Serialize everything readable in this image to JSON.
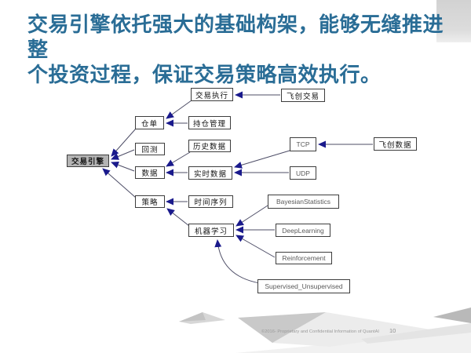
{
  "slide": {
    "title_line1": "交易引擎依托强大的基础构架，能够无缝推进整",
    "title_line2": "个投资过程，保证交易策略高效执行。"
  },
  "diagram": {
    "nodes": {
      "engine": {
        "label": "交易引擎"
      },
      "positions": {
        "label": "仓单"
      },
      "backtest": {
        "label": "回测"
      },
      "data": {
        "label": "数据"
      },
      "strategy": {
        "label": "策略"
      },
      "trade_execution": {
        "label": "交易执行"
      },
      "position_mgmt": {
        "label": "持仓管理"
      },
      "historical_data": {
        "label": "历史数据"
      },
      "realtime_data": {
        "label": "实时数据"
      },
      "time_series": {
        "label": "时间序列"
      },
      "machine_learning": {
        "label": "机器学习"
      },
      "feichuang_trading": {
        "label": "飞创交易"
      },
      "tcp": {
        "label": "TCP"
      },
      "udp": {
        "label": "UDP"
      },
      "feichuang_data": {
        "label": "飞创数据"
      },
      "bayesian": {
        "label": "BayesianStatistics"
      },
      "deep_learning": {
        "label": "DeepLearning"
      },
      "reinforcement": {
        "label": "Reinforcement"
      },
      "supervised": {
        "label": "Supervised_Unsupervised"
      }
    },
    "edges": [
      {
        "from": "trade_execution",
        "to": "positions"
      },
      {
        "from": "position_mgmt",
        "to": "positions"
      },
      {
        "from": "positions",
        "to": "engine"
      },
      {
        "from": "backtest",
        "to": "engine"
      },
      {
        "from": "data",
        "to": "engine"
      },
      {
        "from": "strategy",
        "to": "engine"
      },
      {
        "from": "feichuang_trading",
        "to": "trade_execution"
      },
      {
        "from": "historical_data",
        "to": "data"
      },
      {
        "from": "realtime_data",
        "to": "data"
      },
      {
        "from": "tcp",
        "to": "realtime_data"
      },
      {
        "from": "udp",
        "to": "realtime_data"
      },
      {
        "from": "feichuang_data",
        "to": "tcp"
      },
      {
        "from": "time_series",
        "to": "strategy"
      },
      {
        "from": "machine_learning",
        "to": "strategy"
      },
      {
        "from": "bayesian",
        "to": "machine_learning"
      },
      {
        "from": "deep_learning",
        "to": "machine_learning"
      },
      {
        "from": "reinforcement",
        "to": "machine_learning"
      },
      {
        "from": "supervised",
        "to": "machine_learning"
      }
    ]
  },
  "footer": {
    "copyright": "©2016- Proprietary and Confidential Information of QuantAI",
    "page_number": "10"
  },
  "colors": {
    "title": "#2a6d96",
    "line": "#4d4d66",
    "arrowhead": "#1a1a8c",
    "engine_fill": "#b4b4b4"
  }
}
